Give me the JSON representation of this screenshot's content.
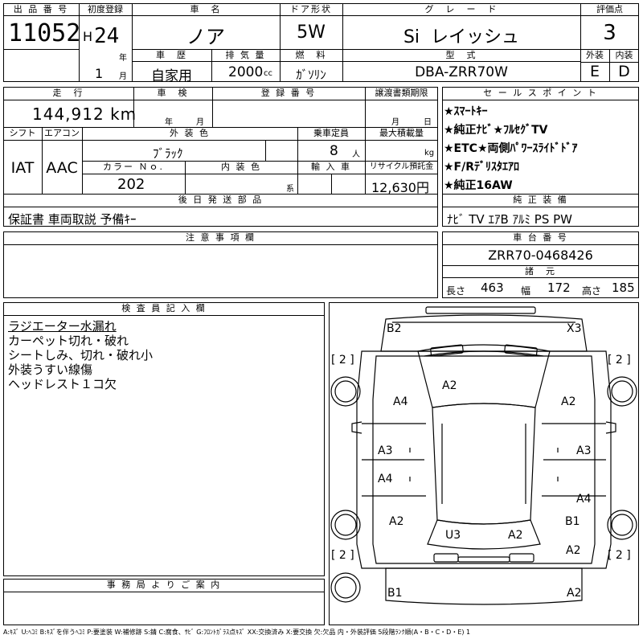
{
  "header": {
    "lot_label": "出 品 番 号",
    "lot_no": "11052",
    "first_reg_label": "初度登録",
    "era": "H",
    "year": "24",
    "year_unit": "年",
    "month": "1",
    "month_unit": "月",
    "name_label": "車　名",
    "car_name": "ノア",
    "door_label": "ドア形状",
    "door": "5W",
    "grade_label": "グ　レ　ー　ド",
    "grade": "Si  レイッシュ",
    "score_label": "評価点",
    "score": "3",
    "history_label": "車　歴",
    "history": "自家用",
    "disp_label": "排 気 量",
    "disp": "2000",
    "disp_unit": "cc",
    "fuel_label": "燃　料",
    "fuel": "ｶﾞｿﾘﾝ",
    "model_label": "型　式",
    "model": "DBA-ZRR70W",
    "ext_label": "外装",
    "ext": "E",
    "int_label": "内装",
    "int": "D"
  },
  "specs": {
    "mileage_label": "走　行",
    "mileage": "144,912 km",
    "inspection_label": "車　検",
    "insp_year": "年",
    "insp_month": "月",
    "reg_label": "登 録 番 号",
    "transfer_label": "譲渡書類期限",
    "tr_month": "月",
    "tr_day": "日",
    "shift_label": "シフト",
    "shift": "IAT",
    "ac_label": "エアコン",
    "ac": "AAC",
    "color_label": "外 装 色",
    "color": "ﾌﾞﾗｯｸ",
    "capacity_label": "乗車定員",
    "capacity": "8",
    "capacity_unit": "人",
    "load_label": "最大積載量",
    "load_unit": "kg",
    "color_no_label": "カラー Ｎｏ.",
    "color_no": "202",
    "interior_label": "内 装 色",
    "interior_unit": "系",
    "import_label": "輸 入 車",
    "recycle_label": "リサイクル預託金",
    "recycle": "12,630円"
  },
  "sales": {
    "label": "セ ー ル ス ポ イ ン ト",
    "points": [
      "★ｽﾏｰﾄｷｰ",
      "★純正ﾅﾋﾞ★ﾌﾙｾｸﾞTV",
      "★ETC★両側ﾊﾟﾜｰｽﾗｲﾄﾞﾄﾞｱ",
      "★F/Rﾃﾞﾘｽﾀｴｱﾛ",
      "★純正16AW"
    ]
  },
  "equipment": {
    "label": "純 正 装 備",
    "items": "ﾅﾋﾞ TV ｴｱB ｱﾙﾐ PS PW"
  },
  "later": {
    "label": "後 日 発 送 部 品",
    "items": "保証書 車両取説 予備ｷｰ"
  },
  "notes": {
    "label": "注 意 事 項 欄"
  },
  "chassis": {
    "label": "車 台 番 号",
    "number": "ZRR70-0468426"
  },
  "dims": {
    "label": "諸　元",
    "len_label": "長さ",
    "len": "463",
    "wid_label": "幅",
    "wid": "172",
    "hgt_label": "高さ",
    "hgt": "185"
  },
  "inspector": {
    "label": "検 査 員 記 入 欄",
    "lines": [
      "ラジエーター水漏れ",
      "カーペット切れ・破れ",
      "シートしみ、切れ・破れ小",
      "外装うすい線傷",
      "ヘッドレスト１コ欠"
    ]
  },
  "office": {
    "label": "事 務 局 よ り ご 案 内"
  },
  "diagram": {
    "bracket": "[ 2 ]",
    "marks": [
      "B2",
      "X3",
      "A2",
      "A4",
      "A2",
      "A3",
      "A3",
      "A4",
      "A4",
      "A2",
      "B1",
      "U3",
      "A2",
      "A2",
      "B1",
      "A2"
    ]
  },
  "legend": "A:ｷｽﾞ U:ﾍｺﾐ B:ｷｽﾞを伴うﾍｺﾐ P:要塗装 W:補修跡 S:錆 C:腐食、ｻﾋﾞ G:ﾌﾛﾝﾄｶﾞﾗｽ点ｷｽﾞ XX:交換済み X:要交換 欠:欠品 内・外装評価 5段階ﾗﾝｸ順(A・B・C・D・E) 1"
}
